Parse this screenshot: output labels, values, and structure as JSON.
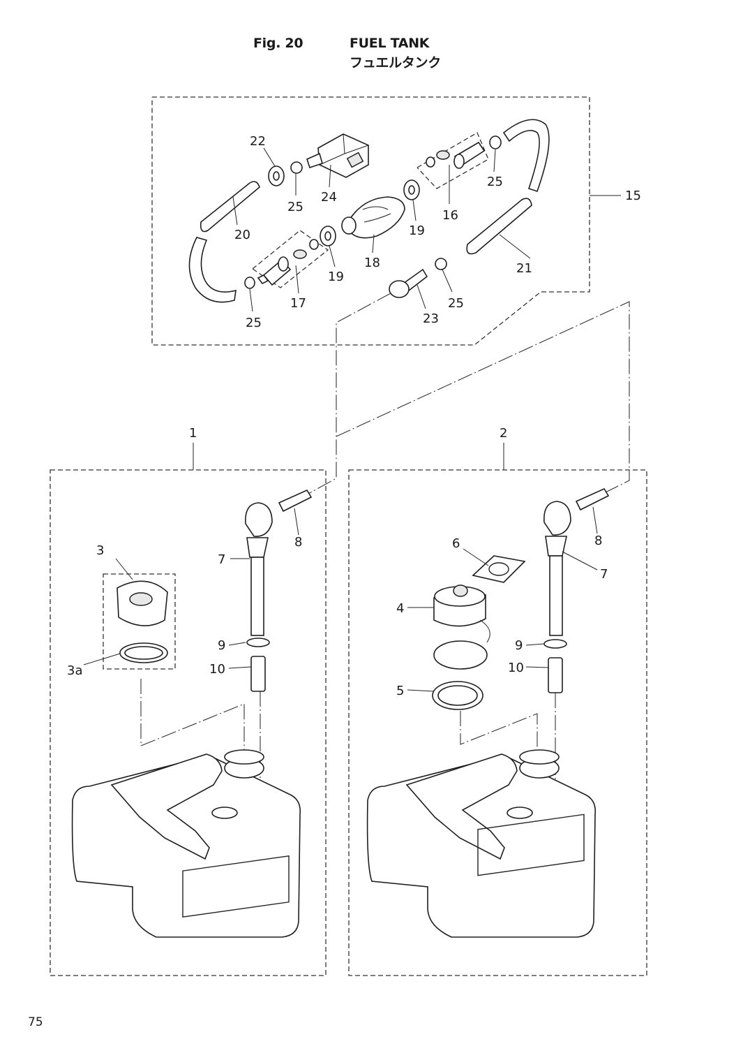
{
  "header": {
    "figure": "Fig. 20",
    "title": "FUEL TANK",
    "title_jp": "フュエルタンク"
  },
  "page_number": "75",
  "callouts": {
    "c1": "1",
    "c2": "2",
    "c3": "3",
    "c3a": "3a",
    "c4": "4",
    "c5": "5",
    "c6": "6",
    "c7l": "7",
    "c7r": "7",
    "c8l": "8",
    "c8r": "8",
    "c9l": "9",
    "c9r": "9",
    "c10l": "10",
    "c10r": "10",
    "c15": "15",
    "c16": "16",
    "c17": "17",
    "c18": "18",
    "c19a": "19",
    "c19b": "19",
    "c20": "20",
    "c21": "21",
    "c22": "22",
    "c23": "23",
    "c24": "24",
    "c25a": "25",
    "c25b": "25",
    "c25c": "25",
    "c25d": "25"
  }
}
